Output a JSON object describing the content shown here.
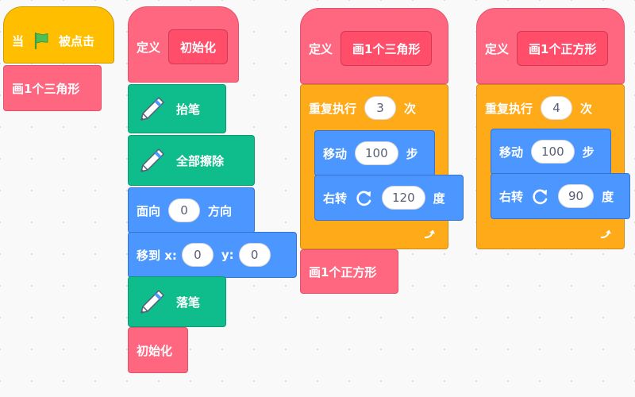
{
  "script1": {
    "hat_when": "当",
    "hat_clicked": "被点击",
    "call": "画1个三角形"
  },
  "script2": {
    "define": "定义",
    "proto": "初始化",
    "pen_up": "抬笔",
    "clear": "全部擦除",
    "point": "面向",
    "point_value": "0",
    "point_unit": "方向",
    "goto": "移到 x:",
    "goto_x": "0",
    "goto_y_label": "y:",
    "goto_y": "0",
    "pen_down": "落笔",
    "call": "初始化"
  },
  "script3": {
    "define": "定义",
    "proto": "画1个三角形",
    "repeat": "重复执行",
    "repeat_value": "3",
    "repeat_unit": "次",
    "move": "移动",
    "move_value": "100",
    "move_unit": "步",
    "turn": "右转",
    "turn_value": "120",
    "turn_unit": "度",
    "call": "画1个正方形"
  },
  "script4": {
    "define": "定义",
    "proto": "画1个正方形",
    "repeat": "重复执行",
    "repeat_value": "4",
    "repeat_unit": "次",
    "move": "移动",
    "move_value": "100",
    "move_unit": "步",
    "turn": "右转",
    "turn_value": "90",
    "turn_unit": "度"
  },
  "colors": {
    "events": "#FFBF00",
    "my_blocks": "#FF6680",
    "pen": "#0FBD8C",
    "motion": "#4C97FF",
    "control": "#FFAB19"
  },
  "icons": {
    "flag": "green-flag-icon",
    "pen": "pen-extension-icon",
    "turn": "rotate-right-icon",
    "loop": "loop-arrow-icon"
  }
}
